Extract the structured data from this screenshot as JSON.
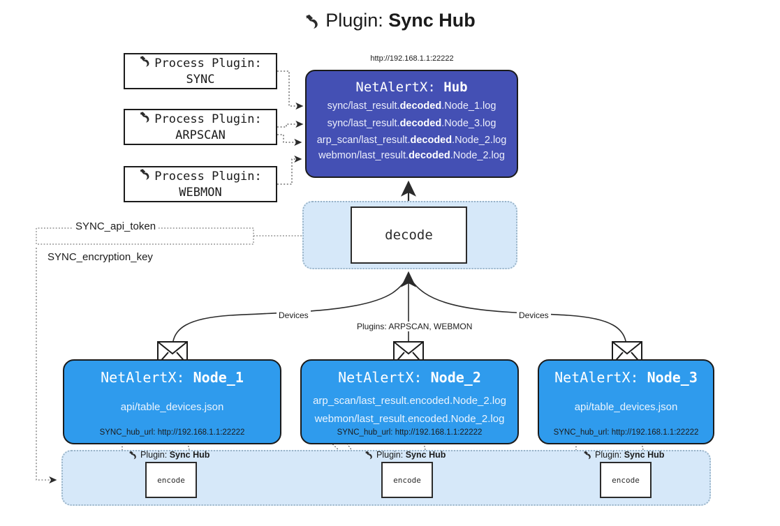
{
  "title": {
    "prefix": "Plugin:",
    "value": "Sync Hub",
    "icon": "plug-icon"
  },
  "hub": {
    "url": "http://192.168.1.1:22222",
    "title_prefix": "NetAlertX:",
    "title_value": "Hub",
    "logs": [
      {
        "pre": "sync/last_result.",
        "mid": "decoded",
        "post": ".Node_1.log"
      },
      {
        "pre": "sync/last_result.",
        "mid": "decoded",
        "post": ".Node_3.log"
      },
      {
        "pre": "arp_scan/last_result.",
        "mid": "decoded",
        "post": ".Node_2.log"
      },
      {
        "pre": "webmon/last_result.",
        "mid": "decoded",
        "post": ".Node_2.log"
      }
    ]
  },
  "process_plugins": [
    {
      "label": "Process Plugin:",
      "name": "SYNC",
      "icon": "plug-icon"
    },
    {
      "label": "Process Plugin:",
      "name": "ARPSCAN",
      "icon": "plug-icon"
    },
    {
      "label": "Process Plugin:",
      "name": "WEBMON",
      "icon": "plug-icon"
    }
  ],
  "decode": {
    "label": "decode"
  },
  "settings": {
    "api_token": "SYNC_api_token",
    "encryption_key": "SYNC_encryption_key"
  },
  "edge_labels": {
    "devices_left": "Devices",
    "devices_right": "Devices",
    "plugins_center": "Plugins: ARPSCAN, WEBMON"
  },
  "nodes": [
    {
      "title_prefix": "NetAlertX:",
      "title_value": "Node_1",
      "lines": [
        {
          "pre": "api/table_devices.json",
          "mid": "",
          "post": ""
        }
      ],
      "footer": "SYNC_hub_url: http://192.168.1.1:22222",
      "icon": "envelope-icon"
    },
    {
      "title_prefix": "NetAlertX:",
      "title_value": "Node_2",
      "lines": [
        {
          "pre": "arp_scan/last_result.encoded.Node_2.log",
          "mid": "",
          "post": ""
        },
        {
          "pre": "webmon/last_result.encoded.Node_2.log",
          "mid": "",
          "post": ""
        }
      ],
      "footer": "SYNC_hub_url: http://192.168.1.1:22222",
      "icon": "envelope-icon"
    },
    {
      "title_prefix": "NetAlertX:",
      "title_value": "Node_3",
      "lines": [
        {
          "pre": "api/table_devices.json",
          "mid": "",
          "post": ""
        }
      ],
      "footer": "SYNC_hub_url: http://192.168.1.1:22222",
      "icon": "envelope-icon"
    }
  ],
  "encoders": [
    {
      "plugin_prefix": "Plugin:",
      "plugin_value": "Sync Hub",
      "label": "encode",
      "icon": "plug-icon"
    },
    {
      "plugin_prefix": "Plugin:",
      "plugin_value": "Sync Hub",
      "label": "encode",
      "icon": "plug-icon"
    },
    {
      "plugin_prefix": "Plugin:",
      "plugin_value": "Sync Hub",
      "label": "encode",
      "icon": "plug-icon"
    }
  ],
  "colors": {
    "hub_blue": "#4450b4",
    "node_blue": "#2f9bed",
    "container_blue": "#d6e8f9",
    "stroke": "#1b1b1b"
  }
}
